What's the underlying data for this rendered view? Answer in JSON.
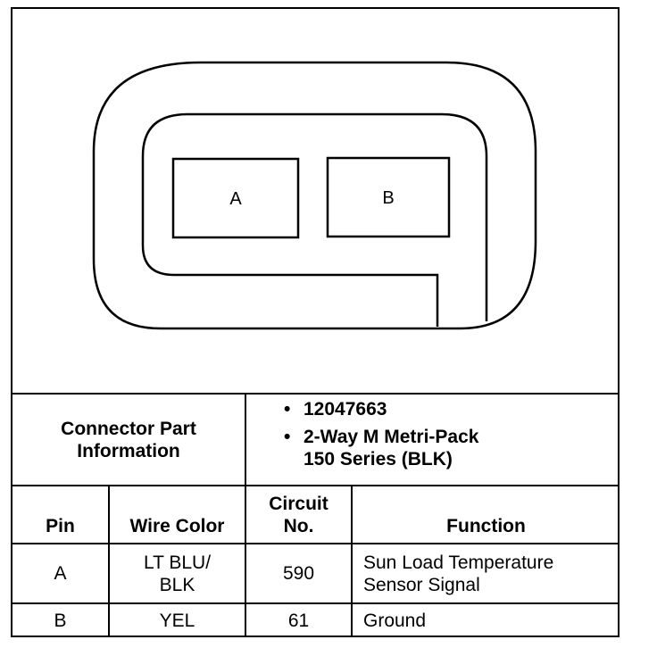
{
  "connector": {
    "pins": [
      "A",
      "B"
    ]
  },
  "part_info": {
    "label_line1": "Connector Part",
    "label_line2": "Information",
    "bullet": "•",
    "part_number": "12047663",
    "desc_line1": "2-Way M Metri-Pack",
    "desc_line2": "150 Series (BLK)"
  },
  "table": {
    "headers": {
      "pin": "Pin",
      "wire_color": "Wire Color",
      "circuit_line1": "Circuit",
      "circuit_line2": "No.",
      "function": "Function"
    },
    "rows": [
      {
        "pin": "A",
        "wire_line1": "LT BLU/",
        "wire_line2": "BLK",
        "circuit": "590",
        "func_line1": "Sun Load Temperature",
        "func_line2": "Sensor Signal"
      },
      {
        "pin": "B",
        "wire_line1": "YEL",
        "circuit": "61",
        "func_line1": "Ground"
      }
    ]
  }
}
